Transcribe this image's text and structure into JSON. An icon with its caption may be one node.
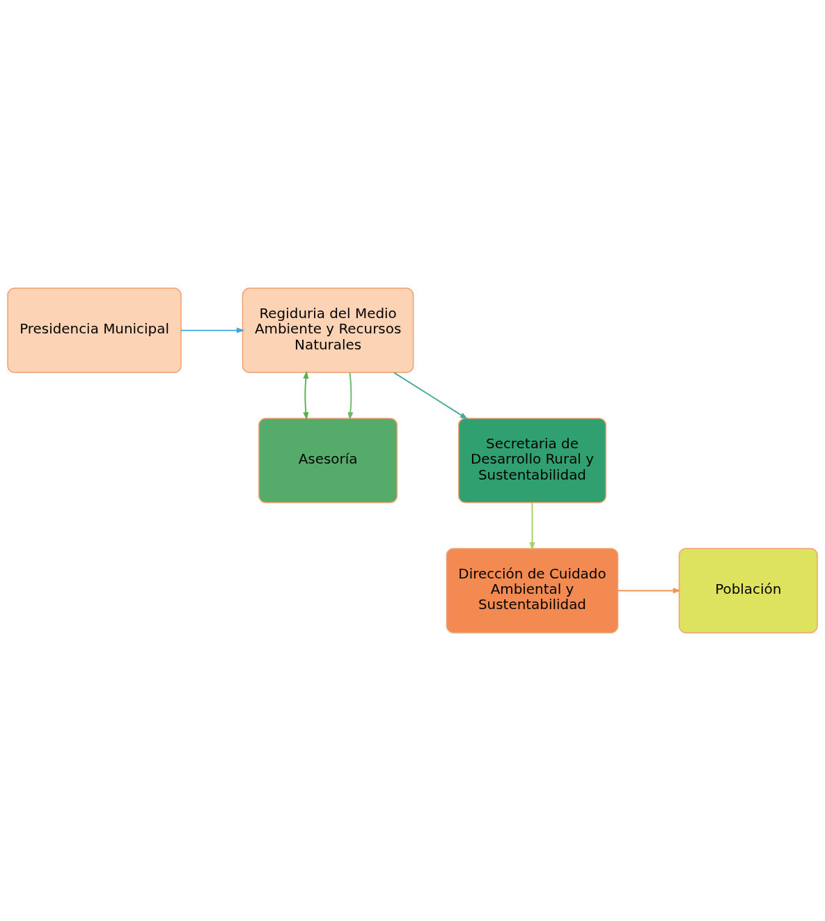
{
  "diagram": {
    "nodes": [
      {
        "text": [
          "Presidencia Municipal"
        ]
      },
      {
        "text": [
          "Regiduria del Medio Ambiente y Recursos Naturales"
        ]
      },
      {
        "text": [
          "Asesoría"
        ]
      },
      {
        "text": [
          "Secretaria de Desarrollo Rural y Sustentabilidad"
        ]
      },
      {
        "text": [
          "Dirección de Cuidado Ambiental y Sustentabilidad"
        ]
      },
      {
        "text": [
          "Población"
        ]
      }
    ],
    "edges": [
      {
        "from": 0,
        "to": 1,
        "arrow": "to",
        "color": "#3ba6dc"
      },
      {
        "from": 1,
        "to": 2,
        "arrow": "both",
        "color": "#5fae4e"
      },
      {
        "from": 1,
        "to": 2,
        "arrow": "to",
        "color": "#6cb96a"
      },
      {
        "from": 1,
        "to": 3,
        "arrow": "to",
        "color": "#4aa89a"
      },
      {
        "from": 3,
        "to": 4,
        "arrow": "to",
        "color": "#a8cf62"
      },
      {
        "from": 4,
        "to": 5,
        "arrow": "to",
        "color": "#f0955a"
      }
    ]
  }
}
